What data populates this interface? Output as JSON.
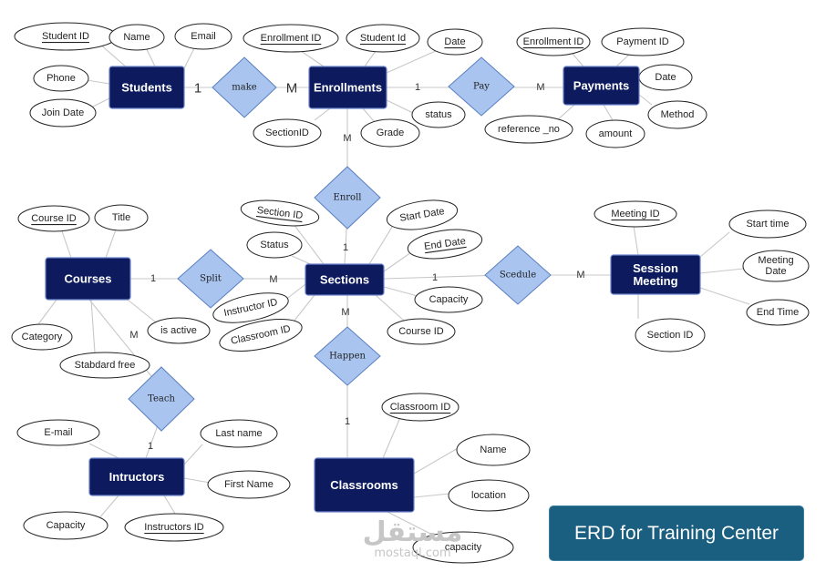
{
  "title": "ERD for Training Center",
  "watermark": {
    "logo": "مستقل",
    "site": "mostaql.com"
  },
  "colors": {
    "entity": "#0d1b5e",
    "relationship": "#a8c4ef",
    "title_box": "#1a5e80",
    "connector": "#c8c8c8"
  },
  "entities": [
    {
      "id": "students",
      "label": "Students"
    },
    {
      "id": "enrollments",
      "label": "Enrollments"
    },
    {
      "id": "payments",
      "label": "Payments"
    },
    {
      "id": "courses",
      "label": "Courses"
    },
    {
      "id": "sections",
      "label": "Sections"
    },
    {
      "id": "session_meeting",
      "label": "Session\nMeeting"
    },
    {
      "id": "instructors",
      "label": "Intructors"
    },
    {
      "id": "classrooms",
      "label": "Classrooms"
    }
  ],
  "relationships": [
    {
      "id": "make",
      "label": "make"
    },
    {
      "id": "pay",
      "label": "Pay"
    },
    {
      "id": "enroll",
      "label": "Enroll"
    },
    {
      "id": "split",
      "label": "Split"
    },
    {
      "id": "scedule",
      "label": "Scedule"
    },
    {
      "id": "happen",
      "label": "Happen"
    },
    {
      "id": "teach",
      "label": "Teach"
    }
  ],
  "attributes": [
    {
      "id": "stu_id",
      "entity": "students",
      "label": "Student ID",
      "key": true
    },
    {
      "id": "stu_name",
      "entity": "students",
      "label": "Name",
      "key": false
    },
    {
      "id": "stu_email",
      "entity": "students",
      "label": "Email",
      "key": false
    },
    {
      "id": "stu_phone",
      "entity": "students",
      "label": "Phone",
      "key": false
    },
    {
      "id": "stu_join",
      "entity": "students",
      "label": "Join Date",
      "key": false
    },
    {
      "id": "enr_id",
      "entity": "enrollments",
      "label": "Enrollment ID",
      "key": true
    },
    {
      "id": "enr_stu",
      "entity": "enrollments",
      "label": "Student Id",
      "key": true
    },
    {
      "id": "enr_date",
      "entity": "enrollments",
      "label": "Date",
      "key": true
    },
    {
      "id": "enr_sec",
      "entity": "enrollments",
      "label": "SectionID",
      "key": false
    },
    {
      "id": "enr_grade",
      "entity": "enrollments",
      "label": "Grade",
      "key": false
    },
    {
      "id": "enr_status",
      "entity": "enrollments",
      "label": "status",
      "key": false
    },
    {
      "id": "pay_enr",
      "entity": "payments",
      "label": "Enrollment ID",
      "key": true
    },
    {
      "id": "pay_id",
      "entity": "payments",
      "label": "Payment ID",
      "key": false
    },
    {
      "id": "pay_date",
      "entity": "payments",
      "label": "Date",
      "key": false
    },
    {
      "id": "pay_method",
      "entity": "payments",
      "label": "Method",
      "key": false
    },
    {
      "id": "pay_amount",
      "entity": "payments",
      "label": "amount",
      "key": false
    },
    {
      "id": "pay_ref",
      "entity": "payments",
      "label": "reference _no",
      "key": false
    },
    {
      "id": "crs_id",
      "entity": "courses",
      "label": "Course ID",
      "key": true
    },
    {
      "id": "crs_title",
      "entity": "courses",
      "label": "Title",
      "key": false
    },
    {
      "id": "crs_cat",
      "entity": "courses",
      "label": "Category",
      "key": false
    },
    {
      "id": "crs_fee",
      "entity": "courses",
      "label": "Stabdard free",
      "key": false
    },
    {
      "id": "crs_active",
      "entity": "courses",
      "label": "is active",
      "key": false
    },
    {
      "id": "sec_id",
      "entity": "sections",
      "label": "Section ID",
      "key": true
    },
    {
      "id": "sec_status",
      "entity": "sections",
      "label": "Status",
      "key": false
    },
    {
      "id": "sec_start",
      "entity": "sections",
      "label": "Start Date",
      "key": false
    },
    {
      "id": "sec_end",
      "entity": "sections",
      "label": "End Date",
      "key": true
    },
    {
      "id": "sec_cap",
      "entity": "sections",
      "label": "Capacity",
      "key": false
    },
    {
      "id": "sec_crs",
      "entity": "sections",
      "label": "Course ID",
      "key": false
    },
    {
      "id": "sec_ins",
      "entity": "sections",
      "label": "Instructor ID",
      "key": false
    },
    {
      "id": "sec_room",
      "entity": "sections",
      "label": "Classroom ID",
      "key": false
    },
    {
      "id": "mtg_id",
      "entity": "session_meeting",
      "label": "Meeting ID",
      "key": true
    },
    {
      "id": "mtg_start",
      "entity": "session_meeting",
      "label": "Start time",
      "key": false
    },
    {
      "id": "mtg_date",
      "entity": "session_meeting",
      "label": "Meeting\nDate",
      "key": false
    },
    {
      "id": "mtg_end",
      "entity": "session_meeting",
      "label": "End Time",
      "key": false
    },
    {
      "id": "mtg_sec",
      "entity": "session_meeting",
      "label": "Section ID",
      "key": false
    },
    {
      "id": "ins_email",
      "entity": "instructors",
      "label": "E-mail",
      "key": false
    },
    {
      "id": "ins_last",
      "entity": "instructors",
      "label": "Last name",
      "key": false
    },
    {
      "id": "ins_first",
      "entity": "instructors",
      "label": "First Name",
      "key": false
    },
    {
      "id": "ins_cap",
      "entity": "instructors",
      "label": "Capacity",
      "key": false
    },
    {
      "id": "ins_id",
      "entity": "instructors",
      "label": "Instructors ID",
      "key": true
    },
    {
      "id": "room_id",
      "entity": "classrooms",
      "label": "Classroom ID",
      "key": true
    },
    {
      "id": "room_name",
      "entity": "classrooms",
      "label": "Name",
      "key": false
    },
    {
      "id": "room_loc",
      "entity": "classrooms",
      "label": "location",
      "key": false
    },
    {
      "id": "room_cap",
      "entity": "classrooms",
      "label": "capacity",
      "key": false
    }
  ],
  "cardinalities": [
    {
      "id": "c1",
      "label": "1"
    },
    {
      "id": "c2",
      "label": "M"
    },
    {
      "id": "c3",
      "label": "1"
    },
    {
      "id": "c4",
      "label": "M"
    },
    {
      "id": "c5",
      "label": "M"
    },
    {
      "id": "c6",
      "label": "1"
    },
    {
      "id": "c7",
      "label": "1"
    },
    {
      "id": "c8",
      "label": "M"
    },
    {
      "id": "c9",
      "label": "1"
    },
    {
      "id": "c10",
      "label": "M"
    },
    {
      "id": "c11",
      "label": "M"
    },
    {
      "id": "c12",
      "label": "1"
    },
    {
      "id": "c13",
      "label": "M"
    },
    {
      "id": "c14",
      "label": "1"
    }
  ]
}
